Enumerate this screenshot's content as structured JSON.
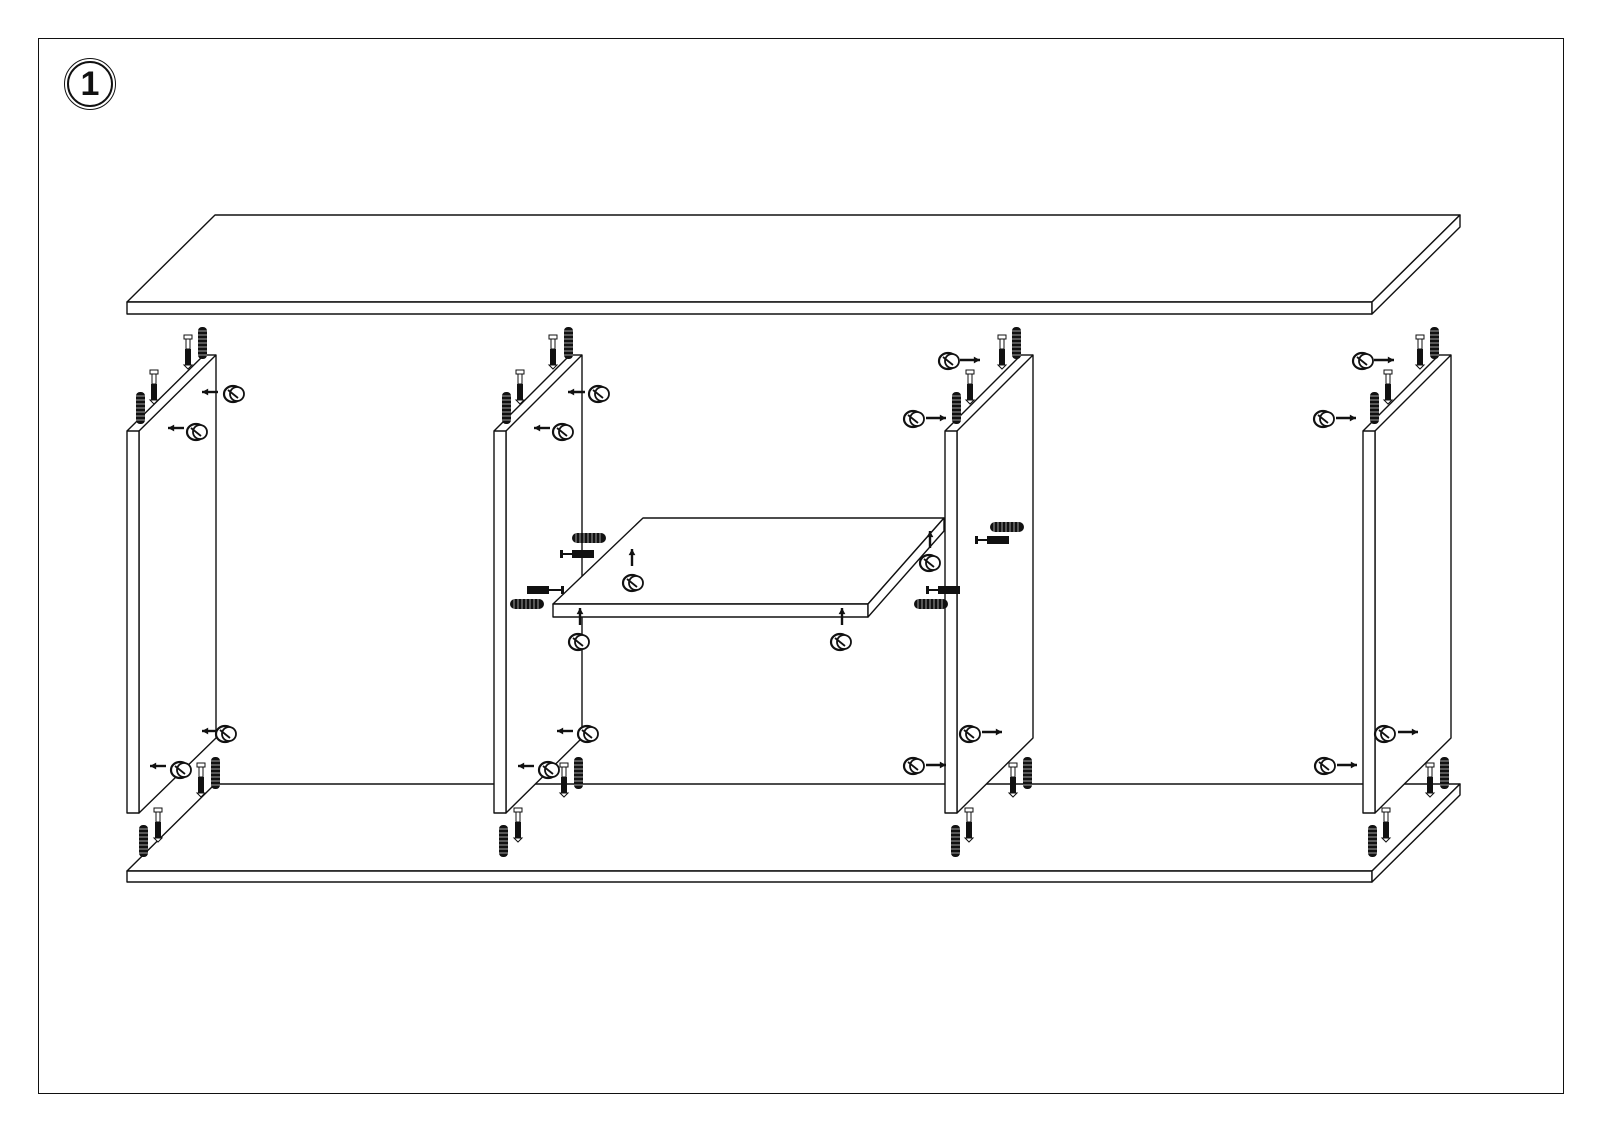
{
  "step": {
    "number": "1"
  },
  "parts": {
    "top_panel": "panel",
    "bottom_panel": "panel",
    "side_panels": [
      "panel",
      "panel",
      "panel",
      "panel"
    ],
    "shelf": "panel"
  },
  "hardware": {
    "dowel": "dowel-icon",
    "cam_bolt": "cam-bolt-icon",
    "cam_lock": "cam-lock-icon",
    "arrow": "arrow-icon"
  },
  "colors": {
    "line": "#111111",
    "fill": "#ffffff",
    "hardware": "#111111"
  }
}
